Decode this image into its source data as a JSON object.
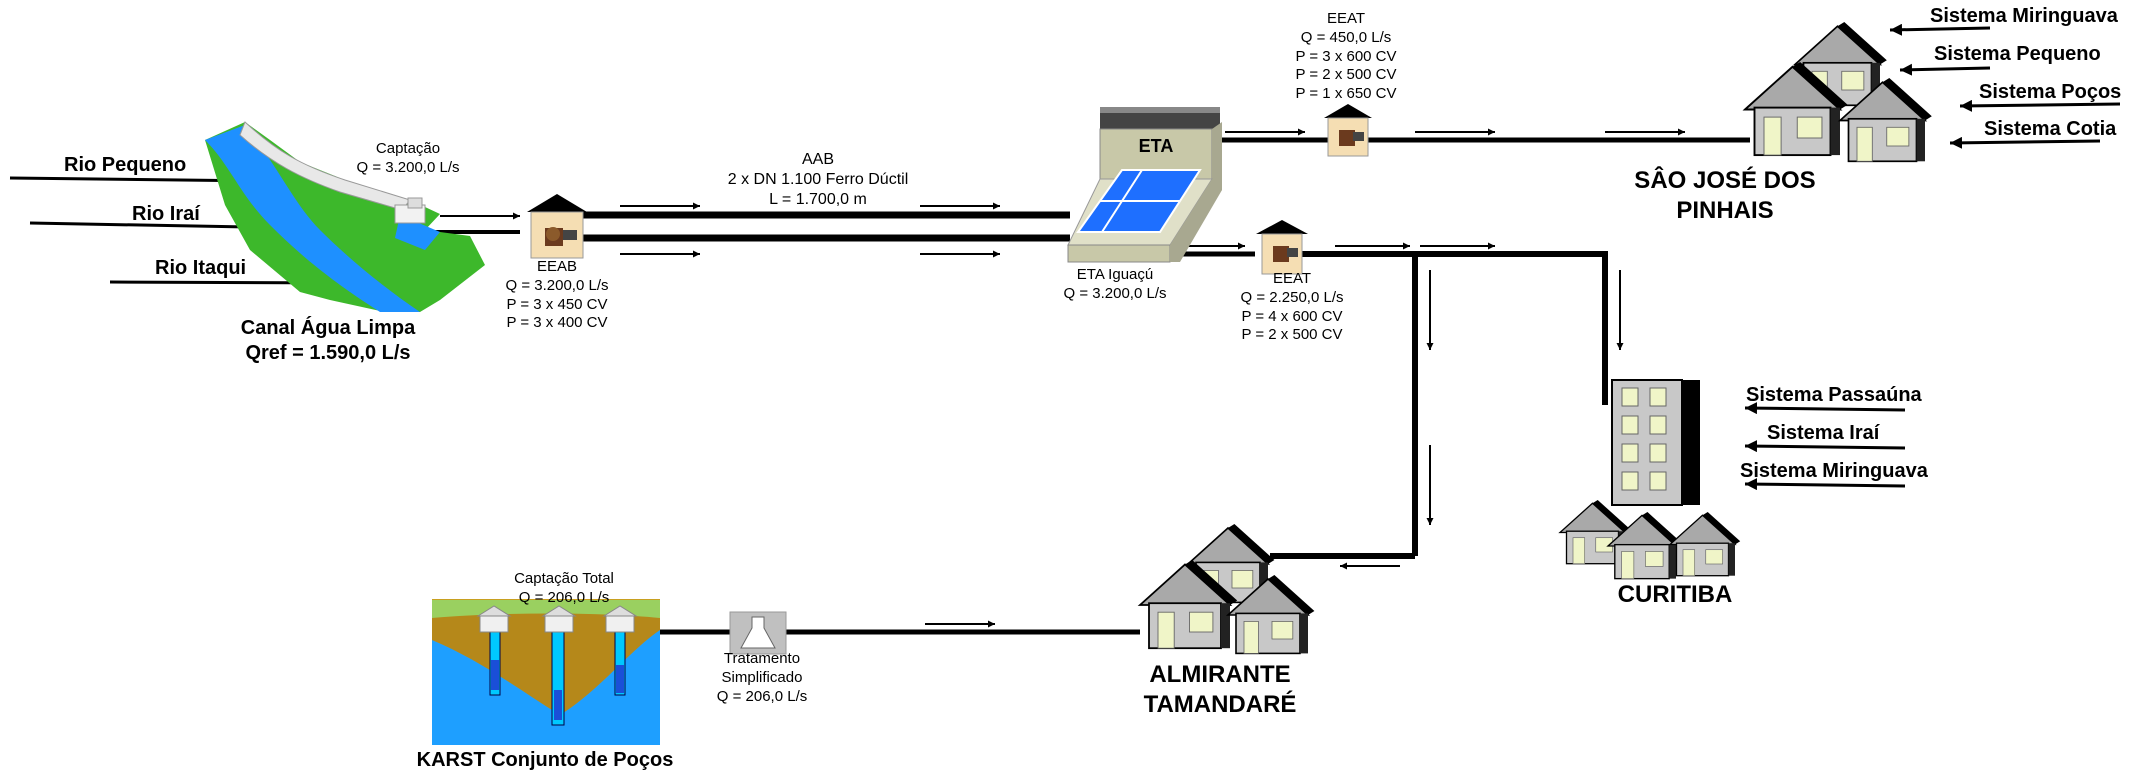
{
  "rivers": [
    "Rio Pequeno",
    "Rio Iraí",
    "Rio Itaqui"
  ],
  "canal": {
    "name": "Canal Água Limpa",
    "qref": "Qref = 1.590,0 L/s"
  },
  "captacao": {
    "title": "Captação",
    "q": "Q = 3.200,0 L/s"
  },
  "eeab": {
    "title": "EEAB",
    "lines": [
      "Q = 3.200,0 L/s",
      "P = 3 x 450 CV",
      "P = 3 x 400 CV"
    ]
  },
  "aab": {
    "title": "AAB",
    "lines": [
      "2 x DN  1.100  Ferro Dúctil",
      "L = 1.700,0 m"
    ]
  },
  "eta": {
    "box_label": "ETA",
    "title": "ETA Iguaçú",
    "q": "Q = 3.200,0 L/s"
  },
  "eeat_top": {
    "title": "EEAT",
    "lines": [
      "Q = 450,0 L/s",
      "P = 3 x 600 CV",
      "P = 2 x 500 CV",
      "P = 1 x 650 CV"
    ]
  },
  "eeat_mid": {
    "title": "EEAT",
    "lines": [
      "Q = 2.250,0 L/s",
      "P = 4 x 600 CV",
      "P = 2 x 500 CV"
    ]
  },
  "sao_jose": {
    "name_lines": [
      "SÂO JOSÉ DOS",
      "PINHAIS"
    ],
    "systems": [
      "Sistema Miringuava",
      "Sistema Pequeno",
      "Sistema Poços",
      "Sistema Cotia"
    ]
  },
  "curitiba": {
    "name": "CURITIBA",
    "systems": [
      "Sistema Passaúna",
      "Sistema Iraí",
      "Sistema Miringuava"
    ]
  },
  "almirante": {
    "name_lines": [
      "ALMIRANTE",
      "TAMANDARÉ"
    ]
  },
  "karst": {
    "title": "Captação Total",
    "q": "Q = 206,0 L/s",
    "name": "KARST Conjunto de Poços"
  },
  "tratamento": {
    "lines": [
      "Tratamento",
      "Simplificado"
    ],
    "q": "Q = 206,0 L/s"
  },
  "colors": {
    "pipe": "#000000",
    "grass": "#3db82b",
    "water": "#1e90ff",
    "house": "#c8c8c8",
    "window": "#f0f5c8",
    "pool": "#1e6fff"
  }
}
